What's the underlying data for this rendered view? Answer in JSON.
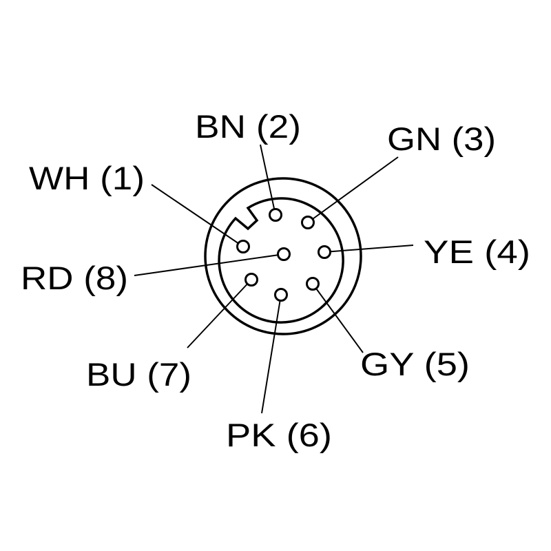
{
  "pins": [
    {
      "id": "wh",
      "label": "WH (1)"
    },
    {
      "id": "bn",
      "label": "BN (2)"
    },
    {
      "id": "gn",
      "label": "GN (3)"
    },
    {
      "id": "ye",
      "label": "YE (4)"
    },
    {
      "id": "gy",
      "label": "GY (5)"
    },
    {
      "id": "pk",
      "label": "PK (6)"
    },
    {
      "id": "bu",
      "label": "BU (7)"
    },
    {
      "id": "rd",
      "label": "RD (8)"
    }
  ]
}
